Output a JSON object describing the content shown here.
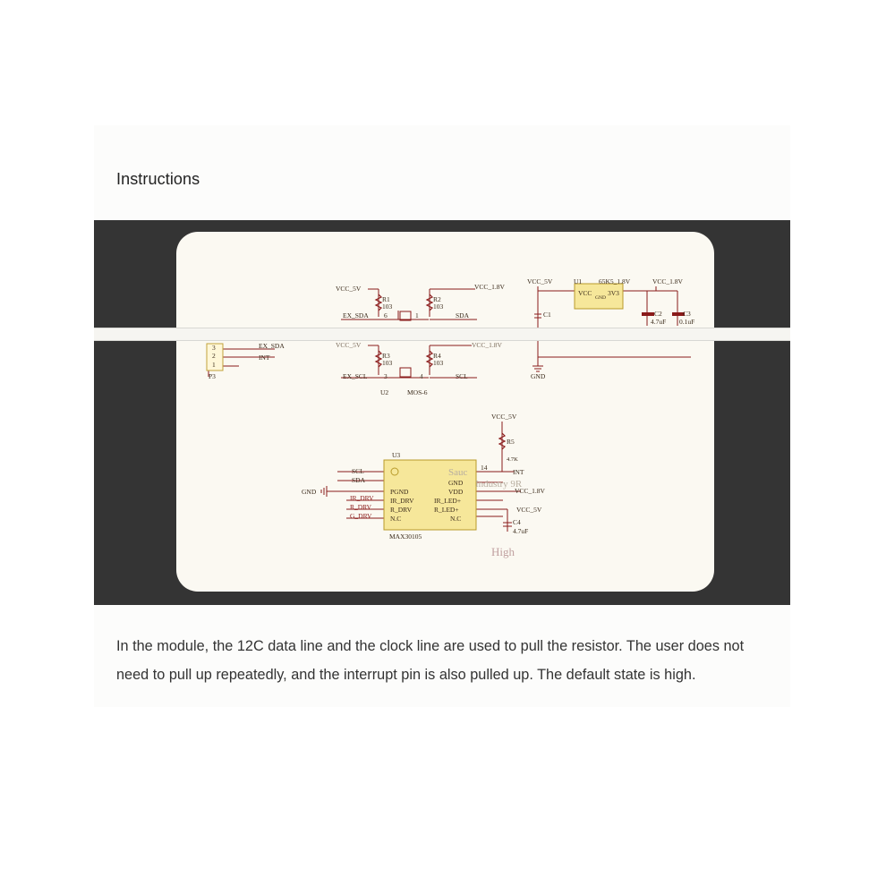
{
  "section": {
    "title": "Instructions",
    "description": "In the module, the 12C data line and the clock line are used to pull the resistor. The user does not need to pull up repeatedly, and the interrupt pin is also pulled up. The default state is high."
  },
  "schematic": {
    "watermark_top": "Sauc",
    "watermark_mid": "Industry 9R",
    "watermark_bottom": "High",
    "labels": {
      "vcc_5v_a": "VCC_5V",
      "r1": "R1",
      "r1_val": "103",
      "r2": "R2",
      "r2_val": "103",
      "vcc_1v8_a": "VCC_1.8V",
      "ex_sda": "EX_SDA",
      "sda_a": "SDA",
      "pin6": "6",
      "pin1": "1",
      "vcc_5v_b": "VCC_5V",
      "vcc_1v8_b": "VCC_1.8V",
      "r3": "R3",
      "r3_val": "103",
      "r4": "R4",
      "r4_val": "103",
      "ex_scl": "EX_SCL",
      "scl_a": "SCL",
      "pin3": "3",
      "pin4": "4",
      "u2": "U2",
      "mos6": "MOS-6",
      "p3_ex_sda": "EX_SDA",
      "p3_int": "INT",
      "p3_pin3": "3",
      "p3_pin2": "2",
      "p3_pin1": "1",
      "p3": "P3",
      "vcc_5v_c": "VCC_5V",
      "u1": "U1",
      "reg": "65K5_1.8V",
      "vcc_1v8_c": "VCC_1.8V",
      "vcc": "VCC",
      "gnd_pin": "GND",
      "v3v3": "3V3",
      "c1": "C1",
      "c2": "C2",
      "c2_val": "4.7uF",
      "c3": "C3",
      "c3_val": "0.1uF",
      "gnd_a": "GND",
      "vcc_5v_d": "VCC_5V",
      "r5": "R5",
      "r5_val": "4.7K",
      "u3": "U3",
      "scl_b": "SCL",
      "sda_b": "SDA",
      "gnd_b": "GND",
      "pgnd": "PGND",
      "ir_drv": "IR_DRV",
      "r_drv": "R_DRV",
      "nc1": "N.C",
      "gnd_r": "GND",
      "vdd": "VDD",
      "ir_led": "IR_LED+",
      "r_led": "R_LED+",
      "nc2": "N.C",
      "int_b": "INT",
      "vcc_1v8_d": "VCC_1.8V",
      "vcc_5v_e": "VCC_5V",
      "c4": "C4",
      "c4_val": "4.7uF",
      "max": "MAX30105",
      "ir_drv_l": "IR_DRV",
      "r_drv_l": "R_DRV",
      "g_drv_l": "G_DRV",
      "pin14": "14"
    }
  }
}
